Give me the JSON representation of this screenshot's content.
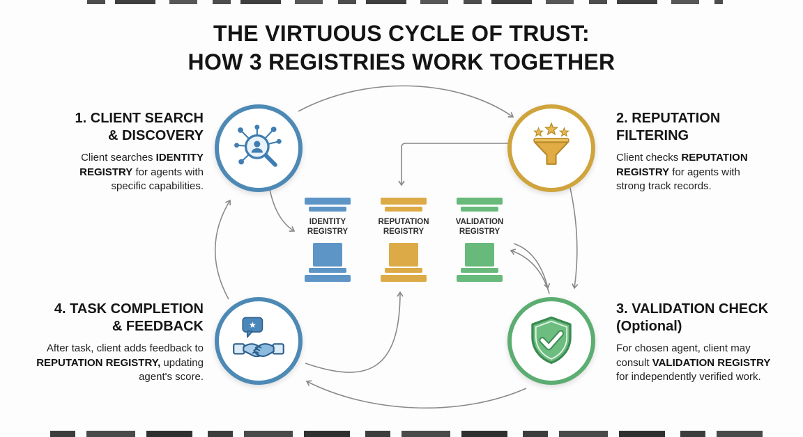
{
  "title": {
    "line1": "THE VIRTUOUS CYCLE OF TRUST:",
    "line2": "HOW 3 REGISTRIES WORK TOGETHER"
  },
  "steps": [
    {
      "heading": "1. CLIENT SEARCH\n& DISCOVERY",
      "body": [
        {
          "t": "Client searches ",
          "b": false
        },
        {
          "t": "IDENTITY REGISTRY",
          "b": true
        },
        {
          "t": " for agents with specific capabilities.",
          "b": false
        }
      ],
      "icon": "network-search-icon",
      "accent": "#4d89b5"
    },
    {
      "heading": "2. REPUTATION\nFILTERING",
      "body": [
        {
          "t": "Client checks ",
          "b": false
        },
        {
          "t": "REPUTATION REGISTRY",
          "b": true
        },
        {
          "t": " for agents with strong track records.",
          "b": false
        }
      ],
      "icon": "funnel-stars-icon",
      "accent": "#d0a43c"
    },
    {
      "heading": "3. VALIDATION CHECK\n(Optional)",
      "body": [
        {
          "t": "For chosen agent, client may consult ",
          "b": false
        },
        {
          "t": "VALIDATION REGISTRY",
          "b": true
        },
        {
          "t": " for independently verified work.",
          "b": false
        }
      ],
      "icon": "shield-check-icon",
      "accent": "#5cad72"
    },
    {
      "heading": "4. TASK COMPLETION\n& FEEDBACK",
      "body": [
        {
          "t": "After task, client adds feedback to ",
          "b": false
        },
        {
          "t": "REPUTATION REGISTRY,",
          "b": true
        },
        {
          "t": " updating agent's score.",
          "b": false
        }
      ],
      "icon": "handshake-feedback-icon",
      "accent": "#4d89b5"
    }
  ],
  "registries": [
    {
      "label": "IDENTITY\nREGISTRY",
      "color": "#5d95c7"
    },
    {
      "label": "REPUTATION\nREGISTRY",
      "color": "#dcab48"
    },
    {
      "label": "VALIDATION\nREGISTRY",
      "color": "#68ba7b"
    }
  ],
  "colors": {
    "blue_accent": "#4d89b5",
    "gold_accent": "#d0a43c",
    "green_accent": "#5cad72",
    "arrow_gray": "#8a8a8a",
    "title_text": "#141414",
    "body_text": "#222222"
  }
}
